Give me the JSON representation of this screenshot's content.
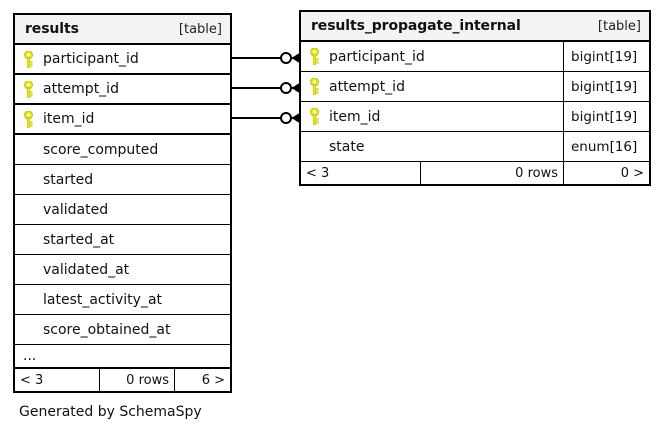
{
  "diagram": {
    "caption": "Generated by SchemaSpy",
    "tables": [
      {
        "id": "results",
        "name": "results",
        "tag": "[table]",
        "columns": [
          {
            "name": "participant_id",
            "key": "primary-key-icon",
            "type": ""
          },
          {
            "name": "attempt_id",
            "key": "primary-key-icon",
            "type": ""
          },
          {
            "name": "item_id",
            "key": "primary-key-icon",
            "type": ""
          },
          {
            "name": "score_computed",
            "key": "",
            "type": ""
          },
          {
            "name": "started",
            "key": "",
            "type": ""
          },
          {
            "name": "validated",
            "key": "",
            "type": ""
          },
          {
            "name": "started_at",
            "key": "",
            "type": ""
          },
          {
            "name": "validated_at",
            "key": "",
            "type": ""
          },
          {
            "name": "latest_activity_at",
            "key": "",
            "type": ""
          },
          {
            "name": "score_obtained_at",
            "key": "",
            "type": ""
          }
        ],
        "ellipsis": "...",
        "footer": {
          "left": "< 3",
          "middle": "0 rows",
          "right": "6 >"
        }
      },
      {
        "id": "results_propagate_internal",
        "name": "results_propagate_internal",
        "tag": "[table]",
        "columns": [
          {
            "name": "participant_id",
            "key": "primary-key-icon",
            "type": "bigint[19]"
          },
          {
            "name": "attempt_id",
            "key": "primary-key-icon",
            "type": "bigint[19]"
          },
          {
            "name": "item_id",
            "key": "primary-key-icon",
            "type": "bigint[19]"
          },
          {
            "name": "state",
            "key": "",
            "type": "enum[16]"
          }
        ],
        "footer": {
          "left": "< 3",
          "middle": "0 rows",
          "right": "0 >"
        }
      }
    ],
    "relationships": [
      {
        "name": "participant_id",
        "from": "results.participant_id",
        "to": "results_propagate_internal.participant_id",
        "from_cardinality": "zero-one",
        "to_cardinality": "many"
      },
      {
        "name": "attempt_id",
        "from": "results.attempt_id",
        "to": "results_propagate_internal.attempt_id",
        "from_cardinality": "zero-one",
        "to_cardinality": "many"
      },
      {
        "name": "item_id",
        "from": "results.item_id",
        "to": "results_propagate_internal.item_id",
        "from_cardinality": "zero-one",
        "to_cardinality": "many"
      }
    ],
    "colors": {
      "key": "#e8e81c",
      "header_bg": "#f3f3f3",
      "border": "#000000",
      "background": "#ffffff"
    }
  }
}
